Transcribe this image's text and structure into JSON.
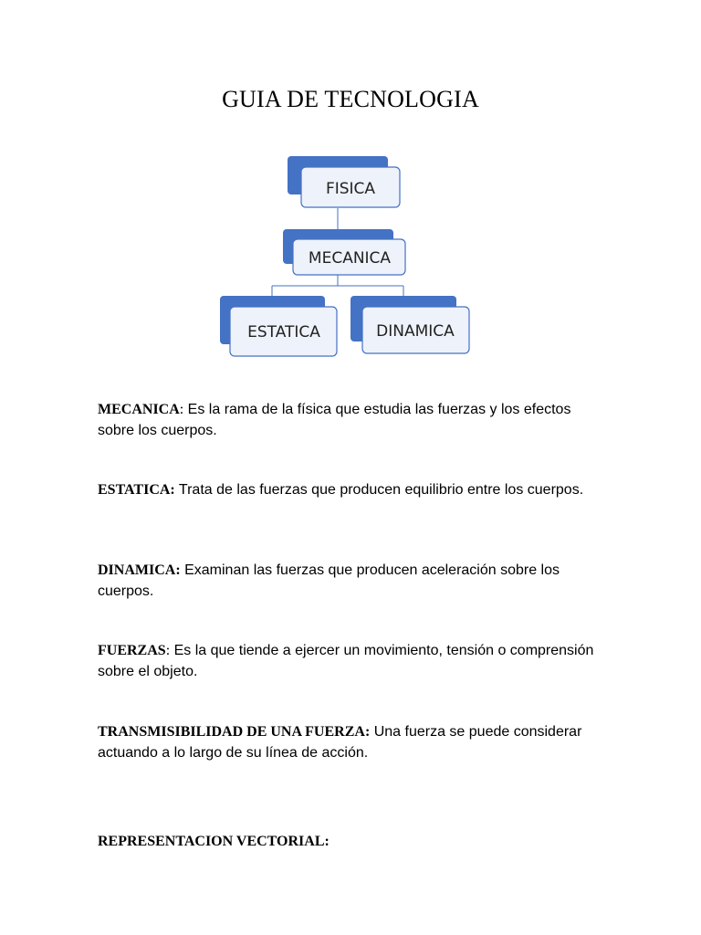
{
  "document": {
    "title": "GUIA DE TECNOLOGIA"
  },
  "diagram": {
    "colors": {
      "accent": "#4472C4",
      "box_fill": "#EEF2FA",
      "box_border": "#4472C4",
      "connector": "#4472C4"
    },
    "nodes": {
      "fisica": "FISICA",
      "mecanica": "MECANICA",
      "estatica": "ESTATICA",
      "dinamica": "DINAMICA"
    }
  },
  "definitions": [
    {
      "term": "MECANICA",
      "separator": ":",
      "text": " Es la rama de la física que estudia las fuerzas y los efectos sobre los cuerpos."
    },
    {
      "term": "ESTATICA:",
      "separator": "",
      "text": " Trata de las fuerzas que producen equilibrio entre los cuerpos."
    },
    {
      "term": "DINAMICA:",
      "separator": "",
      "text": " Examinan las fuerzas que producen aceleración sobre los cuerpos."
    },
    {
      "term": "FUERZAS",
      "separator": ":",
      "text": " Es la que tiende a ejercer un movimiento, tensión o comprensión sobre el objeto."
    },
    {
      "term": "TRANSMISIBILIDAD DE UNA FUERZA:",
      "separator": "",
      "text": " Una fuerza se puede considerar actuando a lo largo de su línea de acción."
    }
  ],
  "section_heading": "REPRESENTACION VECTORIAL:"
}
